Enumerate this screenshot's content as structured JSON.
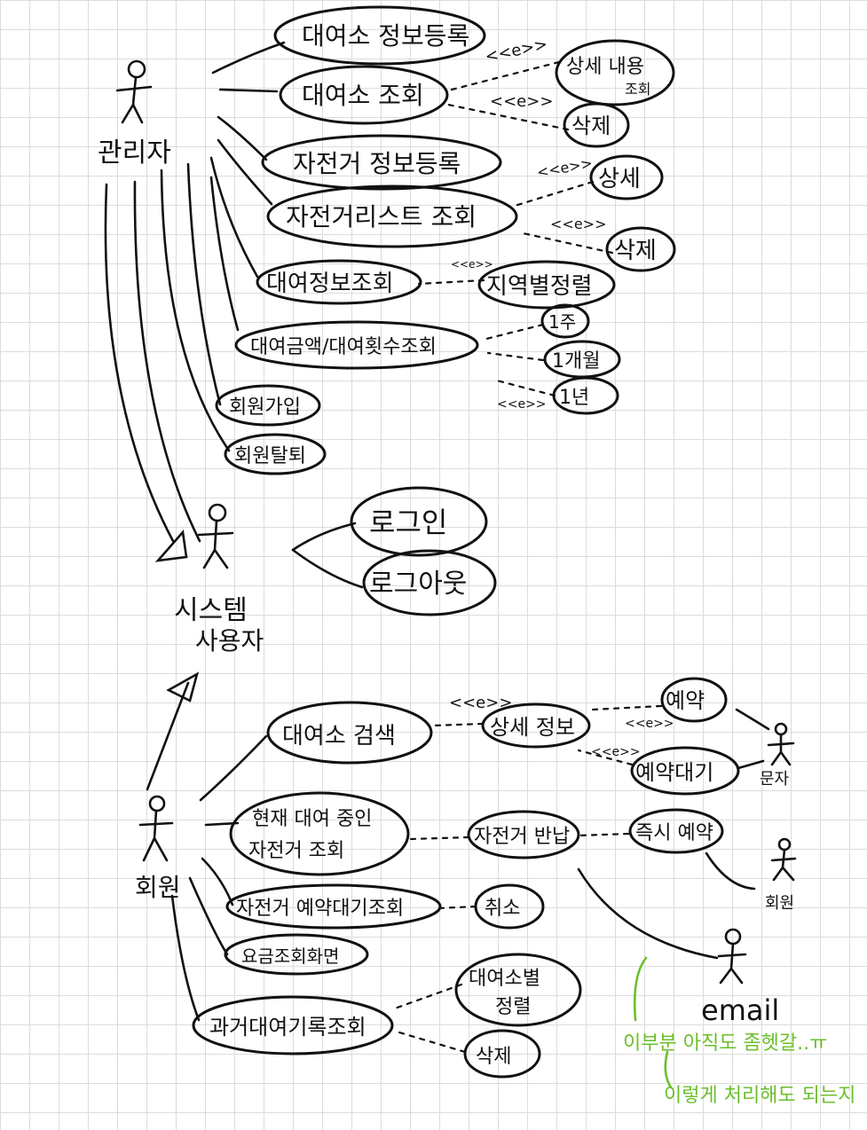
{
  "actors": {
    "admin": "관리자",
    "system_user_1": "시스템",
    "system_user_2": "사용자",
    "member": "회원",
    "member_waiting": "문자",
    "member_waiting2": "회원",
    "email": "email"
  },
  "admin_usecases": {
    "rental_shop_register": "대여소 정보등록",
    "rental_shop_view": "대여소 조회",
    "shop_detail_1": "상세 내용",
    "shop_detail_2": "조회",
    "shop_delete": "삭제",
    "bike_register": "자전거 정보등록",
    "bike_list_view": "자전거리스트 조회",
    "bike_detail": "상세",
    "bike_delete": "삭제",
    "rental_info_view": "대여정보조회",
    "region_sort": "지역별정렬",
    "rental_amount_view": "대여금액/대여횟수조회",
    "period_week": "1주",
    "period_month": "1개월",
    "period_year": "1년",
    "member_join": "회원가입",
    "member_leave": "회원탈퇴"
  },
  "system_usecases": {
    "login": "로그인",
    "logout": "로그아웃"
  },
  "member_usecases": {
    "shop_search": "대여소 검색",
    "detail_info": "상세 정보",
    "reserve": "예약",
    "reserve_wait": "예약대기",
    "current_rental_1": "현재 대여 중인",
    "current_rental_2": "자전거 조회",
    "bike_return": "자전거 반납",
    "instant_reserve": "즉시 예약",
    "bike_reserve_wait_view": "자전거 예약대기조회",
    "cancel": "취소",
    "fee_view": "요금조회화면",
    "past_rental_view": "과거대여기록조회",
    "sort_by_shop_1": "대여소별",
    "sort_by_shop_2": "정렬",
    "history_delete": "삭제"
  },
  "stereotype": "<<e>>",
  "note": {
    "line1": "이부분 아직도 좀헷갈..ㅠ",
    "line2": "이렇게 처리해도 되는지"
  },
  "colors": {
    "ink": "#111111",
    "note": "#6bbf2a",
    "grid": "#dcdcdc"
  }
}
